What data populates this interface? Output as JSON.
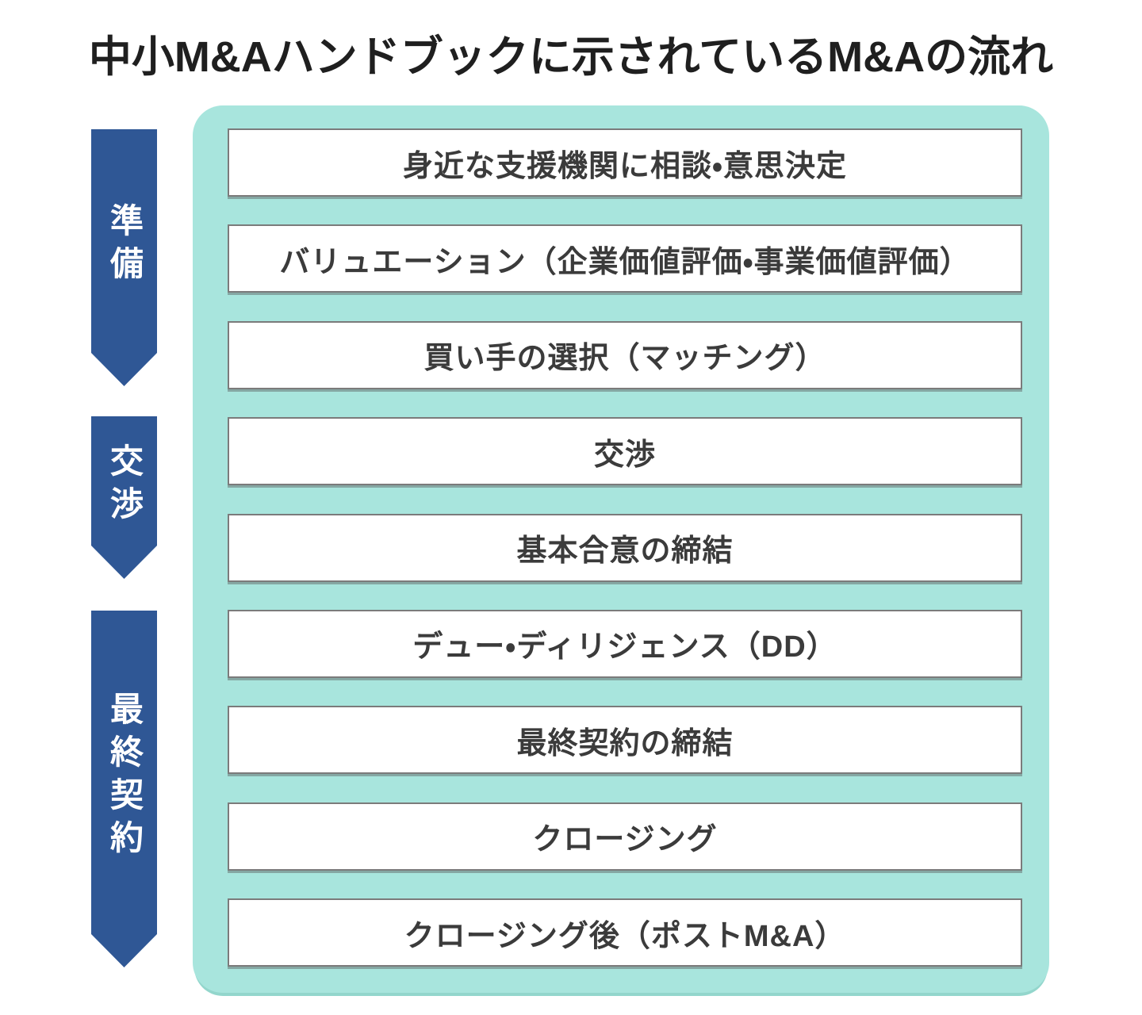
{
  "title": "中小M&Aハンドブックに示されているM&Aの流れ",
  "phases": [
    {
      "label": "準備"
    },
    {
      "label": "交渉"
    },
    {
      "label": "最終契約"
    }
  ],
  "steps": [
    "身近な支援機関に相談・意思決定",
    "バリュエーション（企業価値評価・事業価値評価）",
    "買い手の選択（マッチング）",
    "交渉",
    "基本合意の締結",
    "デュー・ディリジェンス（DD）",
    "最終契約の締結",
    "クロージング",
    "クロージング後（ポストM&A）"
  ],
  "colors": {
    "arrow_blue": "#2F5795",
    "panel_teal": "#A8E5DD",
    "panel_edge": "#93D6CC",
    "box_border": "#7B7B7B",
    "box_bg": "#FFFFFF",
    "box_text": "#3B3B3B",
    "title_text": "#1F1F1F",
    "arrow_label_text": "#FFFFFF",
    "background": "#FFFFFF"
  }
}
